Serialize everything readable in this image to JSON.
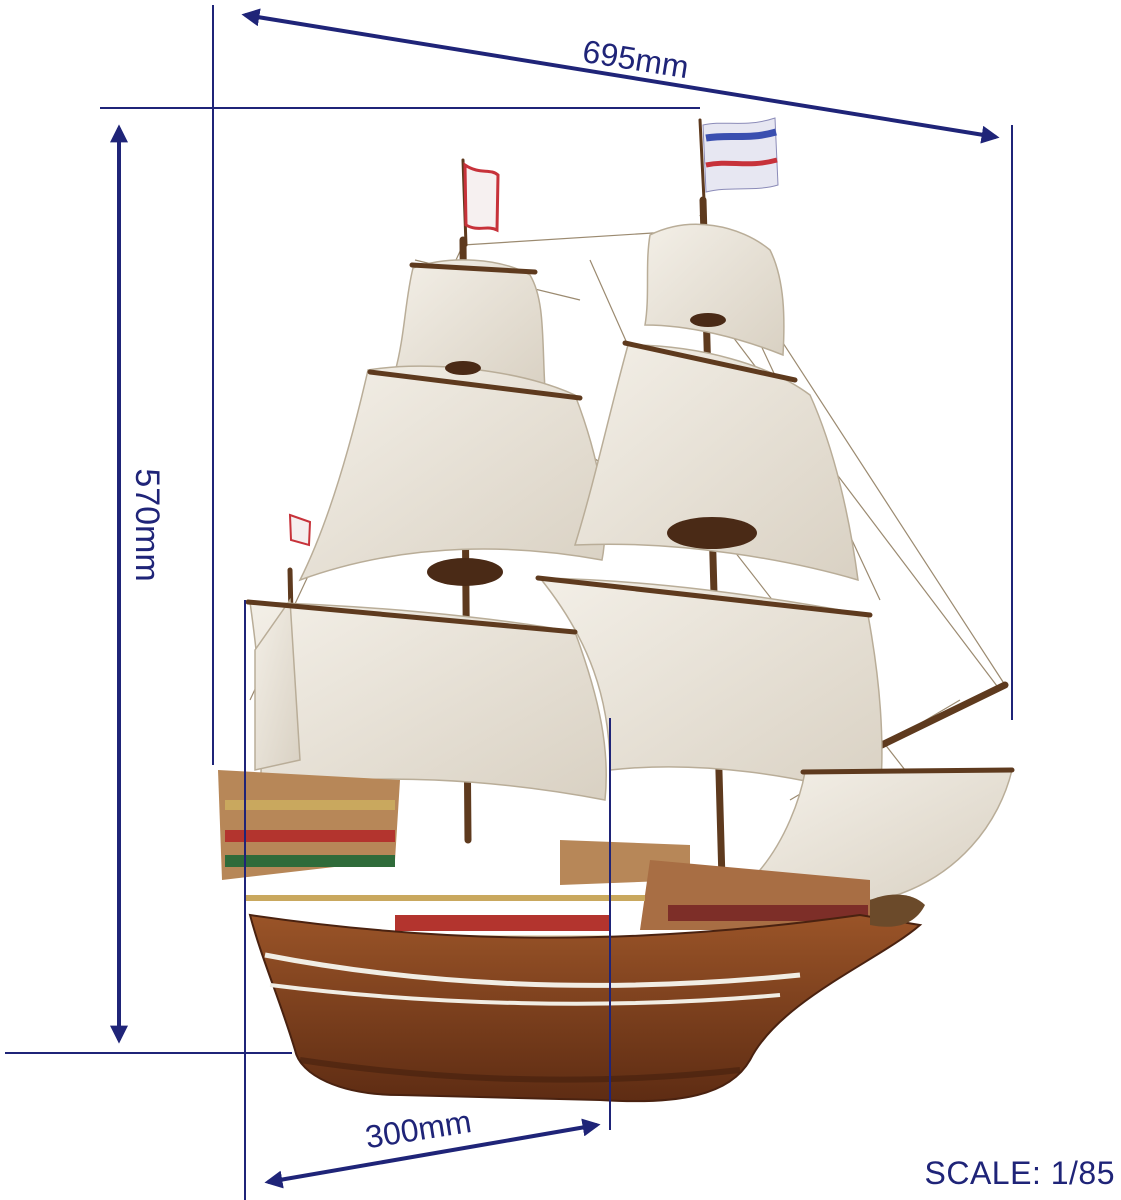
{
  "dimensions": {
    "length": "695mm",
    "height": "570mm",
    "beam": "300mm"
  },
  "scale_label": "SCALE: 1/85",
  "colors": {
    "dimension_lines": "#1f2478",
    "hull": "#7a3d1e",
    "sail": "#ece6da"
  }
}
